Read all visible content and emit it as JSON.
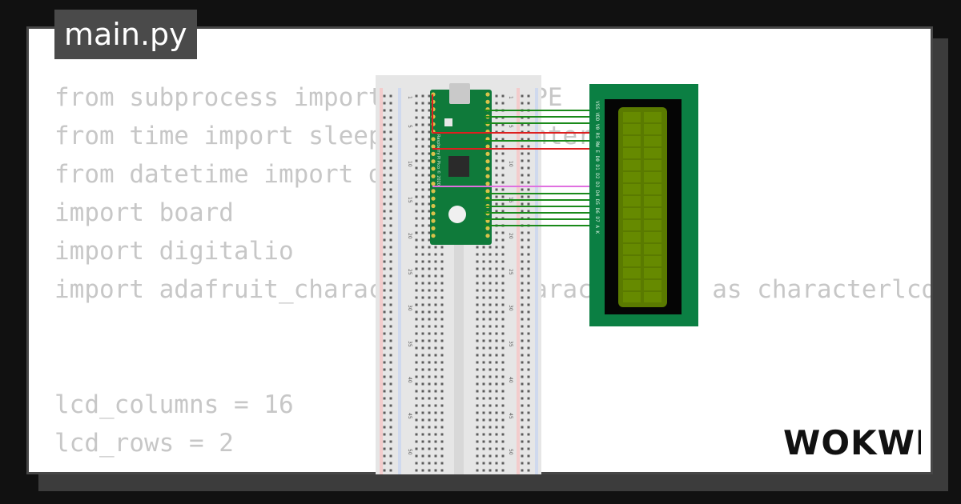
{
  "tab": {
    "filename": "main.py"
  },
  "code": {
    "lines": [
      "from subprocess import Popen, PIPE",
      "from time import sleep, perf_counter",
      "from datetime import datetime",
      "import board",
      "import digitalio",
      "import adafruit_character_lcd.character_lcd as characterlcd",
      "",
      "",
      "lcd_columns = 16",
      "lcd_rows = 2"
    ]
  },
  "breadboard": {
    "row_labels": [
      "1",
      "5",
      "10",
      "15",
      "20",
      "25",
      "30",
      "35",
      "40",
      "45",
      "50"
    ]
  },
  "pico": {
    "label": "Raspberry Pi Pico © 2020"
  },
  "lcd": {
    "pin_labels": "VSS VDD V0 RS RW E D0 D1 D2 D3 D4 D5 D6 D7 A K"
  },
  "brand": {
    "logo_text": "WOKWI"
  },
  "colors": {
    "background": "#111111",
    "card": "#ffffff",
    "tab": "#4a4a4a",
    "code_text": "#c7c7c7",
    "pico_board": "#0f7a3a",
    "lcd_board": "#0b7f43",
    "lcd_screen": "#5a7a00",
    "wire_green": "#1a8a1a",
    "wire_red": "#dd1f1f",
    "wire_violet": "#e070e0"
  }
}
